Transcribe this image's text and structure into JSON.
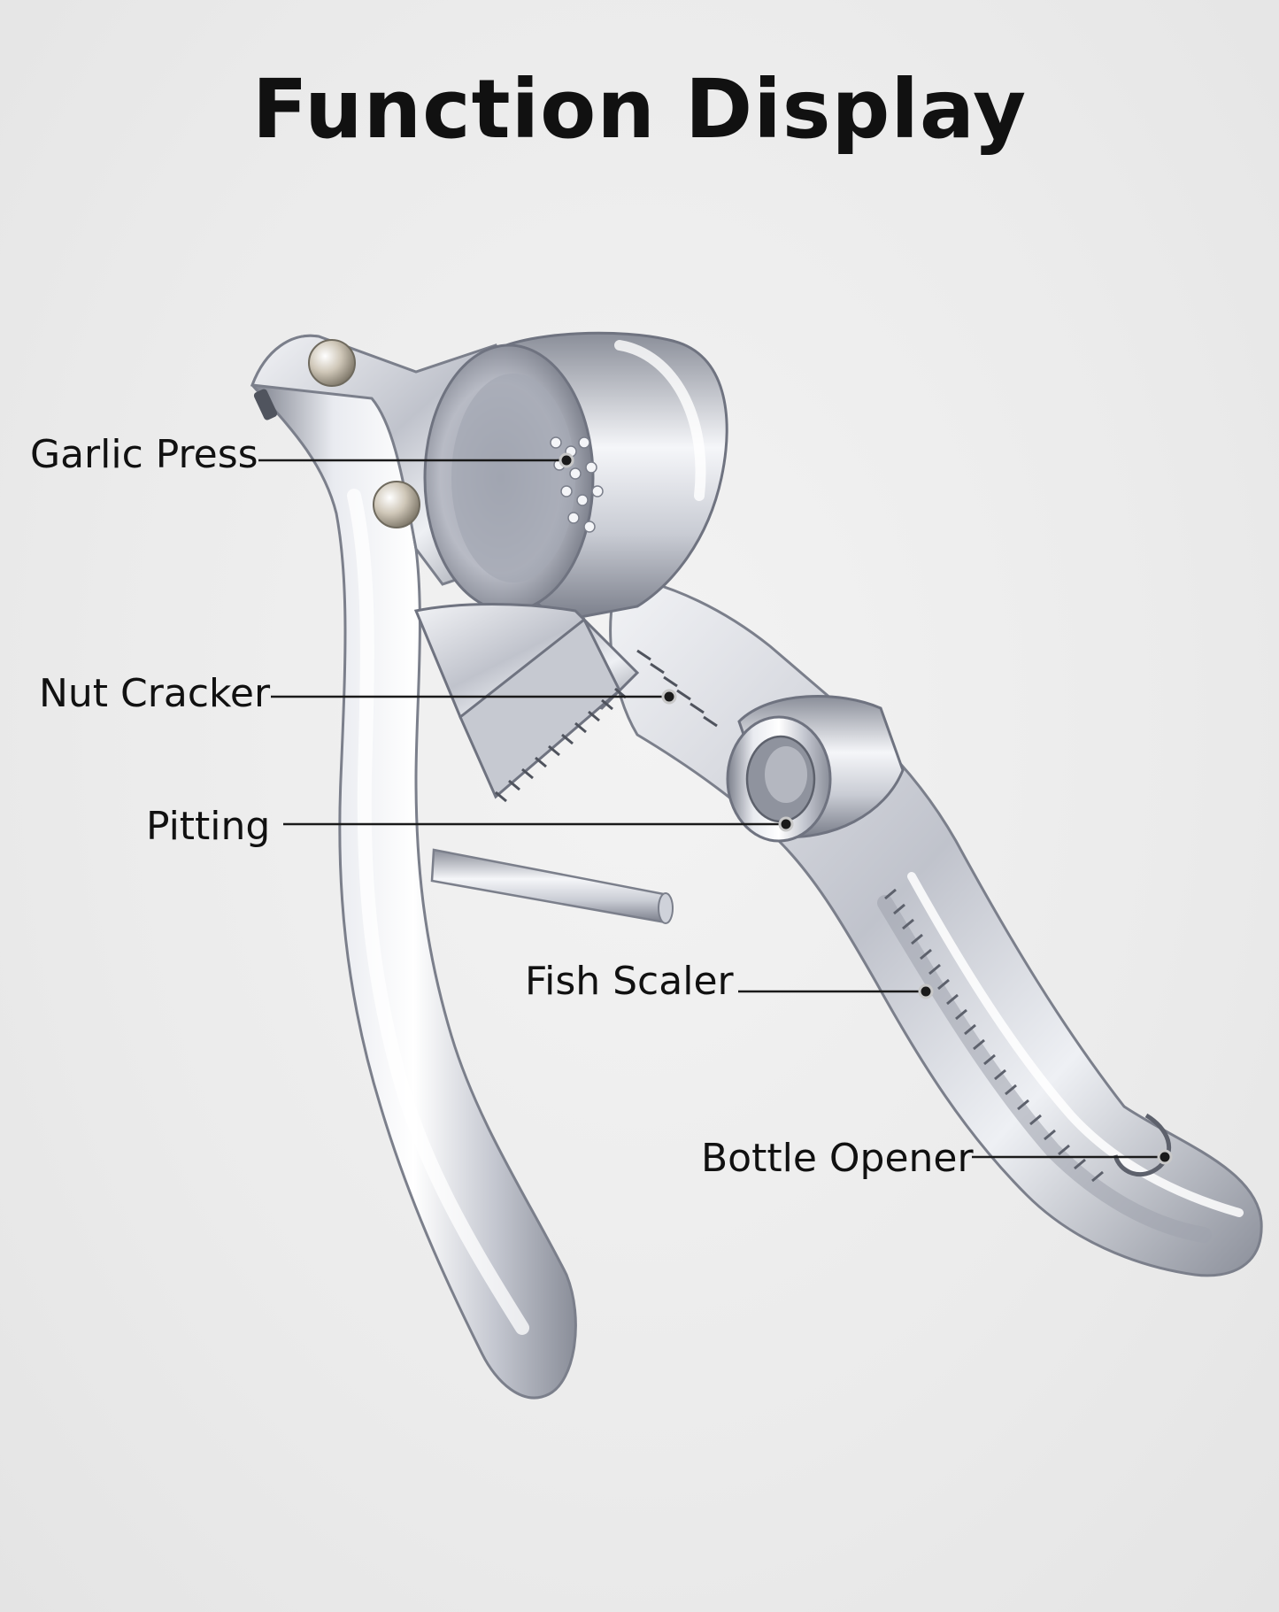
{
  "title": "Function Display",
  "product": {
    "icon": "garlic-press-tool-icon"
  },
  "callouts": [
    {
      "key": "garlic_press",
      "label": "Garlic Press"
    },
    {
      "key": "nut_cracker",
      "label": "Nut Cracker"
    },
    {
      "key": "pitting",
      "label": "Pitting"
    },
    {
      "key": "fish_scaler",
      "label": "Fish Scaler"
    },
    {
      "key": "bottle_opener",
      "label": "Bottle Opener"
    }
  ],
  "colors": {
    "background": "#eeeeee",
    "text": "#111111",
    "metal_light": "#f4f5f8",
    "metal_mid": "#b9bcc6",
    "metal_dark": "#6f7380"
  }
}
